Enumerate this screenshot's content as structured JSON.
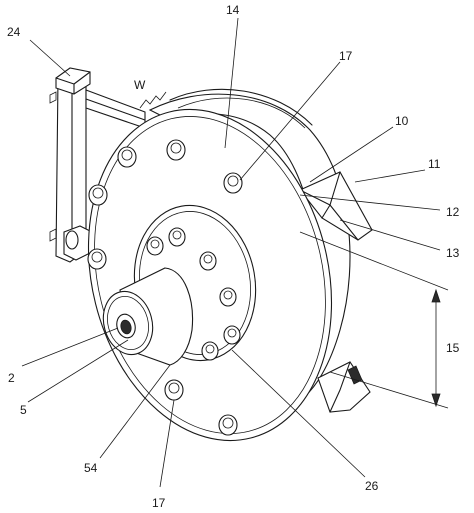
{
  "figure": {
    "labels": {
      "l24": "24",
      "l14": "14",
      "lW": "W",
      "l17a": "17",
      "l10": "10",
      "l11": "11",
      "l12": "12",
      "l13": "13",
      "l15": "15",
      "l2": "2",
      "l5": "5",
      "l54": "54",
      "l17b": "17",
      "l26": "26"
    }
  }
}
